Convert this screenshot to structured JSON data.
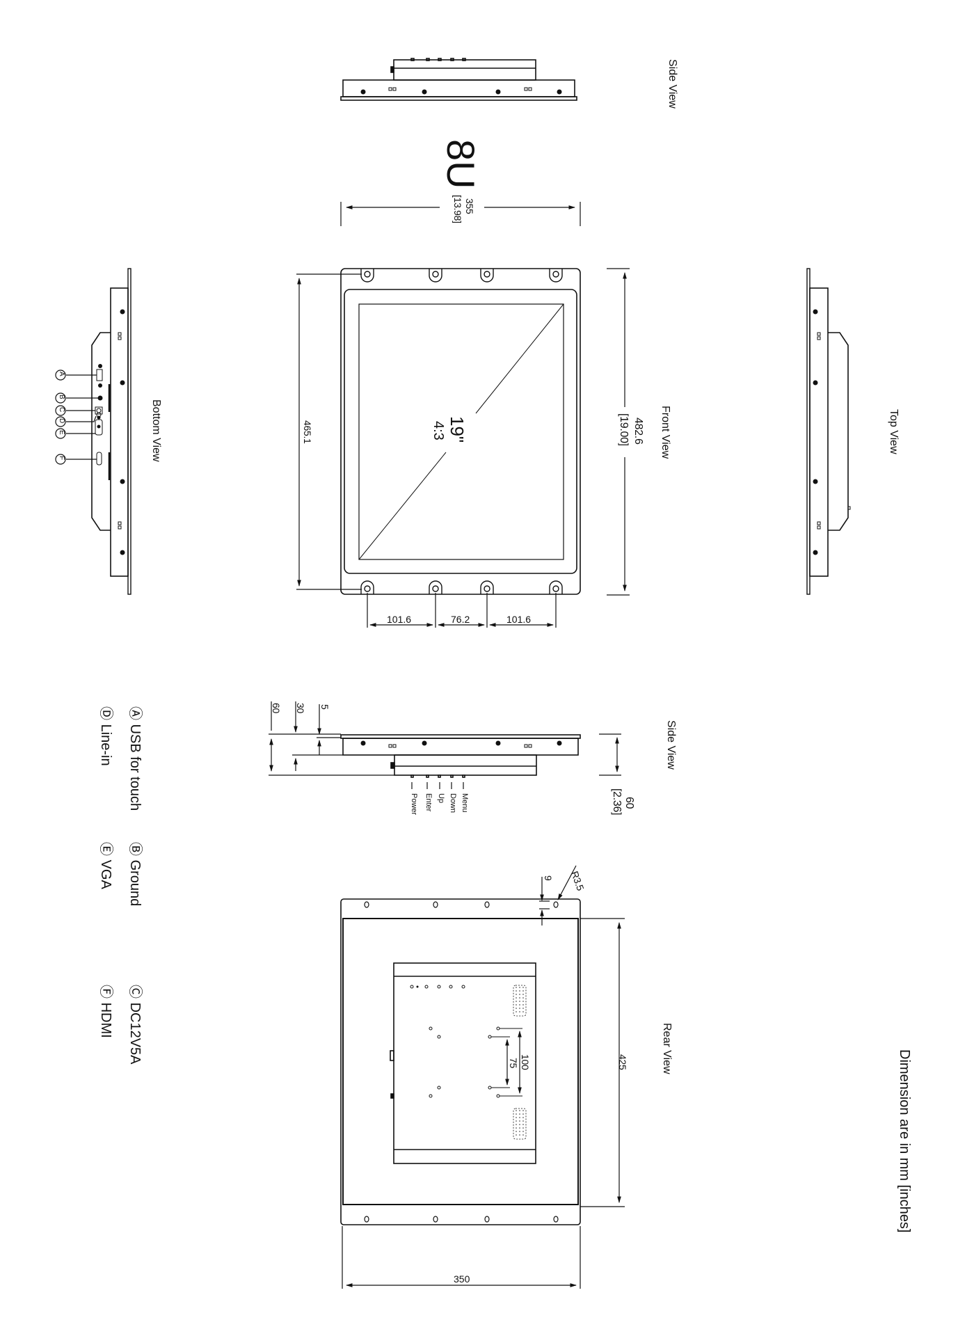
{
  "drawing": {
    "units_note": "Dimension are in mm [inches]",
    "rack_units": "8U",
    "panel_size": "19\"",
    "aspect_ratio": "4:3"
  },
  "views": {
    "side_view_top": "Side View",
    "front_view": "Front View",
    "bottom_view": "Bottom View",
    "top_view": "Top View",
    "side_view_bottom": "Side View",
    "rear_view": "Rear View"
  },
  "dimensions": {
    "depth_355": "355",
    "depth_355_in": "[13.98]",
    "width_482": "482.6",
    "width_482_in": "[19.00]",
    "hole_span": "465.1",
    "hole_spacing_a": "101.6",
    "hole_spacing_b": "76.2",
    "hole_spacing_c": "101.6",
    "side_60": "60",
    "side_30": "30",
    "side_5": "5",
    "side_depth_60": "60",
    "side_depth_60_in": "[2.36]",
    "rear_9": "9",
    "rear_r35": "R3.5",
    "rear_425": "425",
    "rear_350": "350",
    "vesa_100": "100",
    "vesa_75": "75"
  },
  "buttons": [
    "Power",
    "Enter",
    "Up",
    "Down",
    "Menu"
  ],
  "connector_callouts": [
    "A",
    "B",
    "C",
    "D",
    "E",
    "F"
  ],
  "legend": [
    {
      "key": "Ⓐ",
      "label": "USB for touch"
    },
    {
      "key": "Ⓑ",
      "label": "Ground"
    },
    {
      "key": "Ⓒ",
      "label": "DC12V5A"
    },
    {
      "key": "Ⓓ",
      "label": "Line-in"
    },
    {
      "key": "Ⓔ",
      "label": "VGA"
    },
    {
      "key": "Ⓕ",
      "label": "HDMI"
    }
  ]
}
